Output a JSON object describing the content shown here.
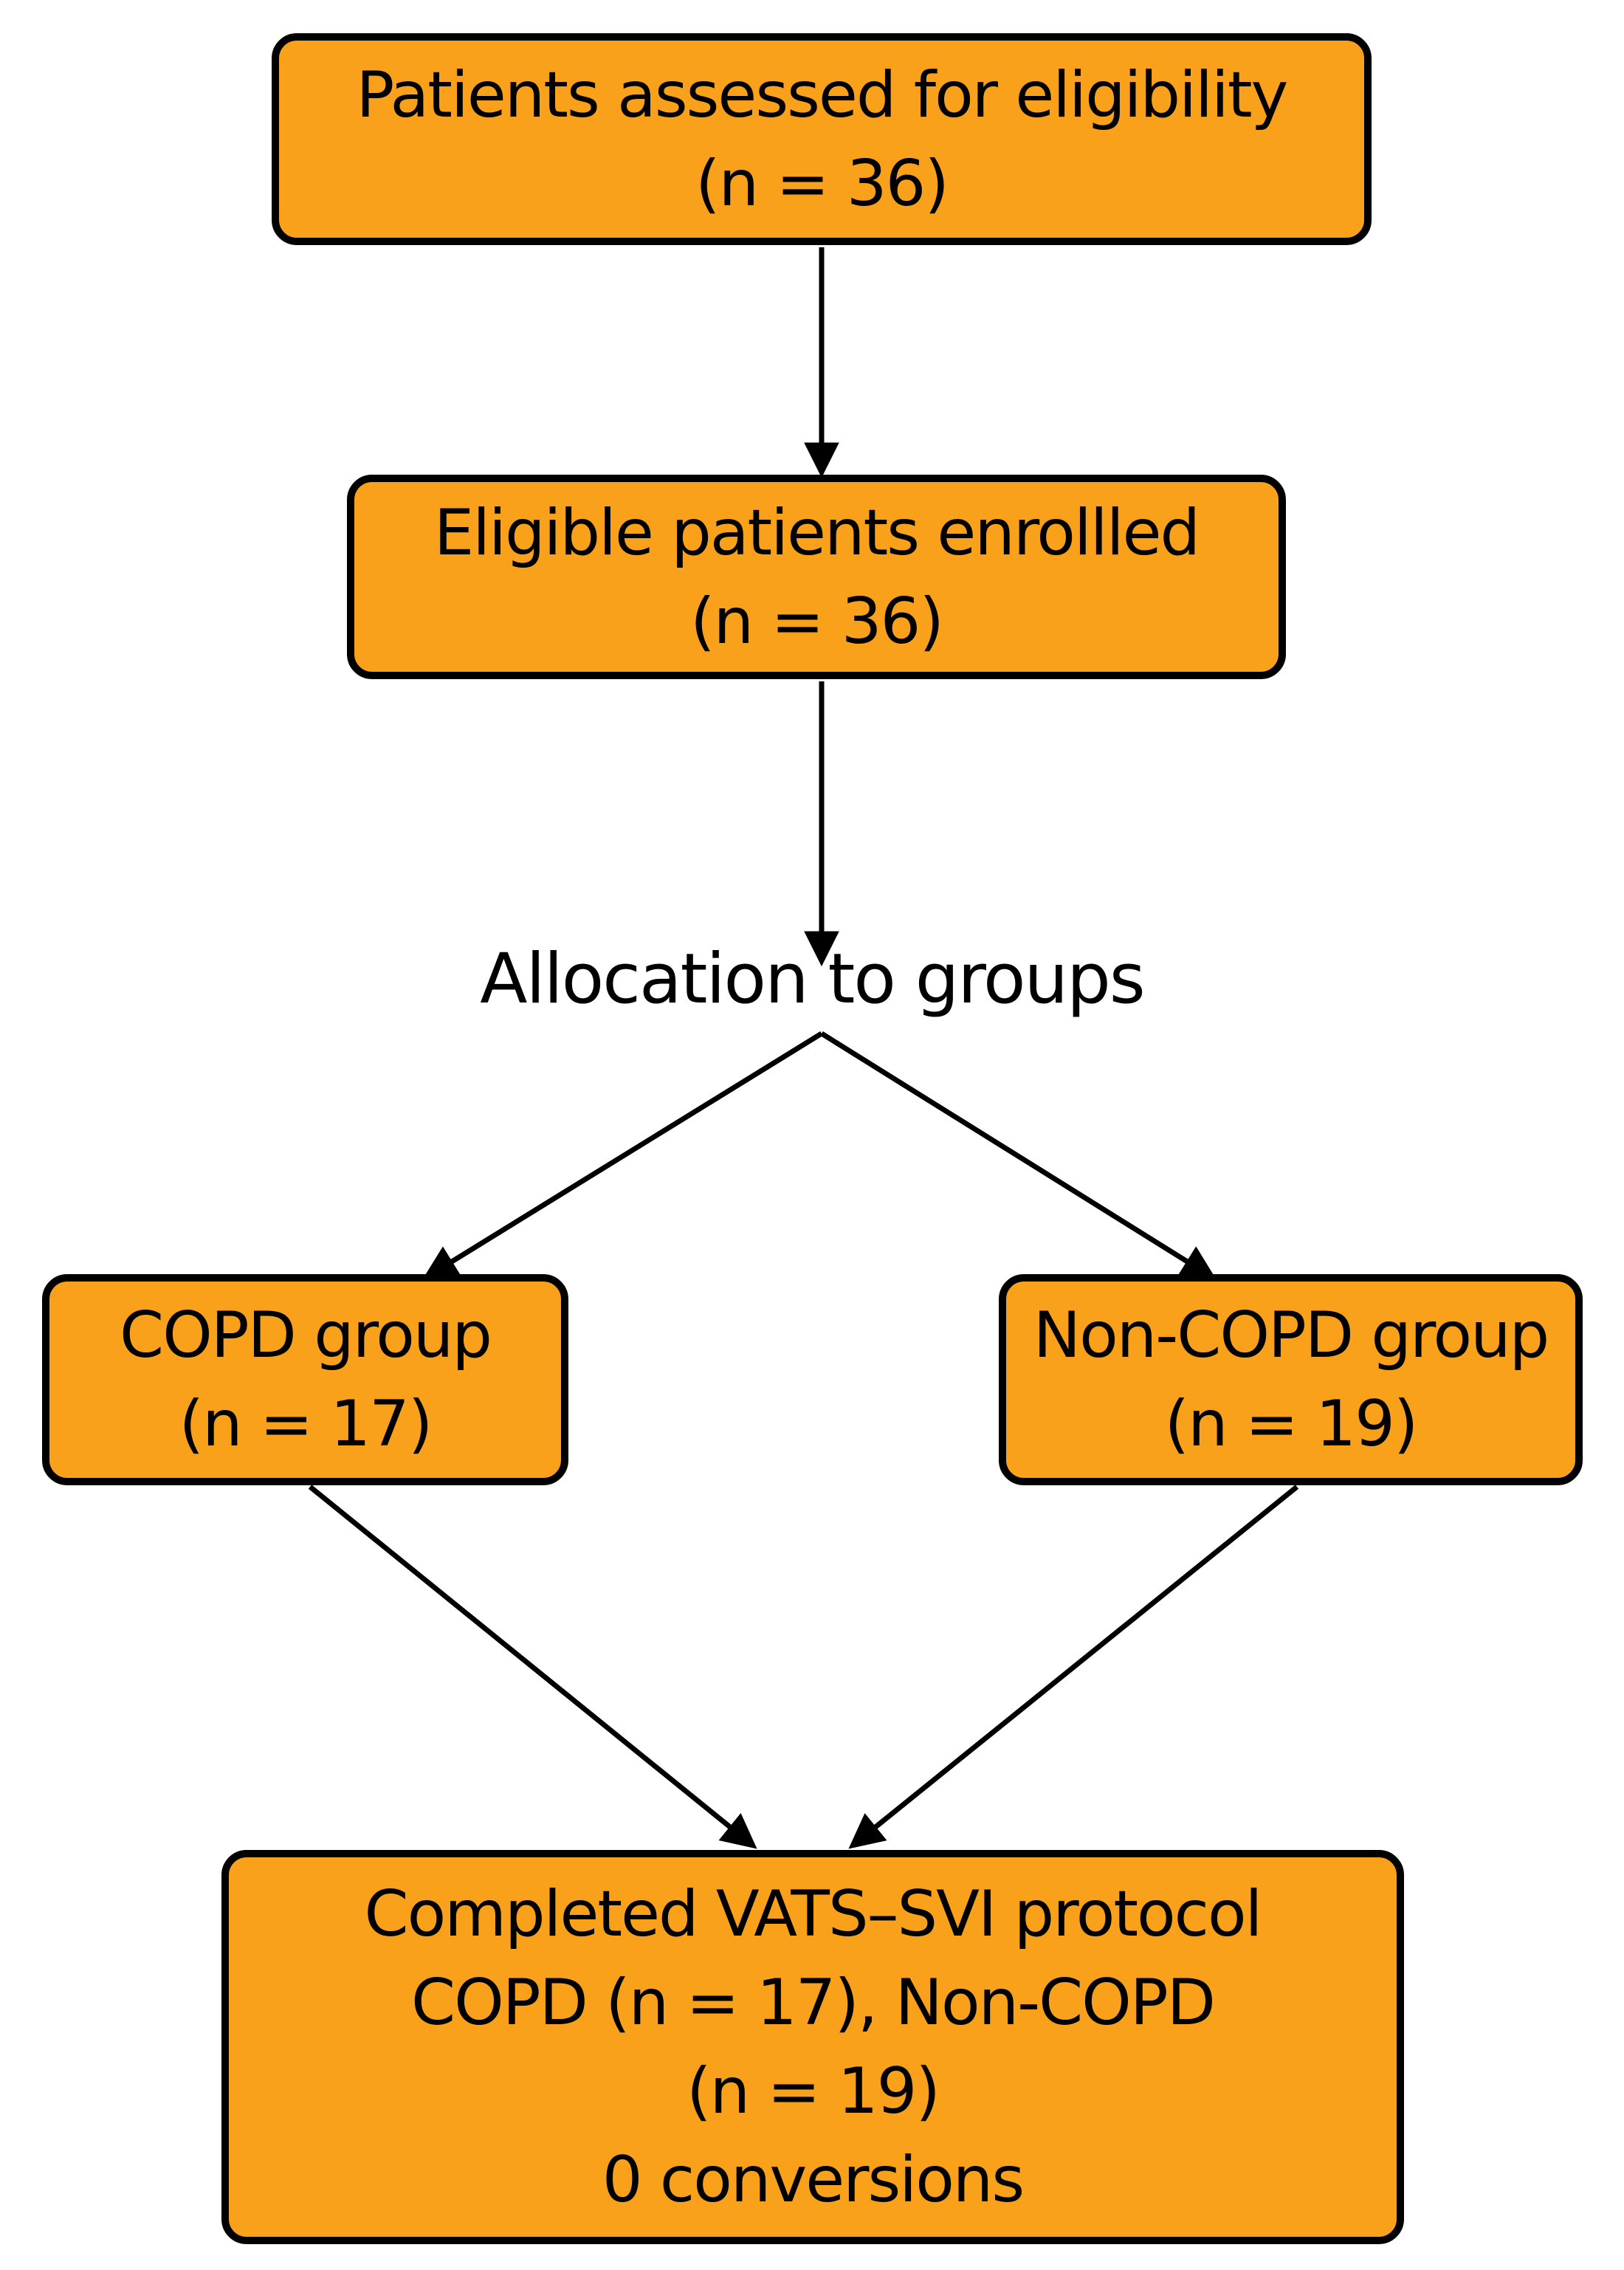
{
  "diagram": {
    "colors": {
      "background": "#ffffff",
      "box_fill": "#F9A11B",
      "box_border": "#000000",
      "arrow": "#000000",
      "text": "#000000"
    },
    "nodes": {
      "assessed": {
        "line1": "Patients assessed for eligibility",
        "line2": "(n = 36)"
      },
      "enrolled": {
        "line1": "Eligible patients enrollled",
        "line2": "(n = 36)"
      },
      "allocation_label": "Allocation to groups",
      "copd": {
        "line1": "COPD group",
        "line2": "(n = 17)"
      },
      "non_copd": {
        "line1": "Non-COPD group",
        "line2": "(n = 19)"
      },
      "completed": {
        "line1": "Completed VATS–SVI protocol",
        "line2": "COPD (n = 17), Non-COPD",
        "line3": "(n = 19)",
        "line4": "0 conversions"
      }
    }
  }
}
